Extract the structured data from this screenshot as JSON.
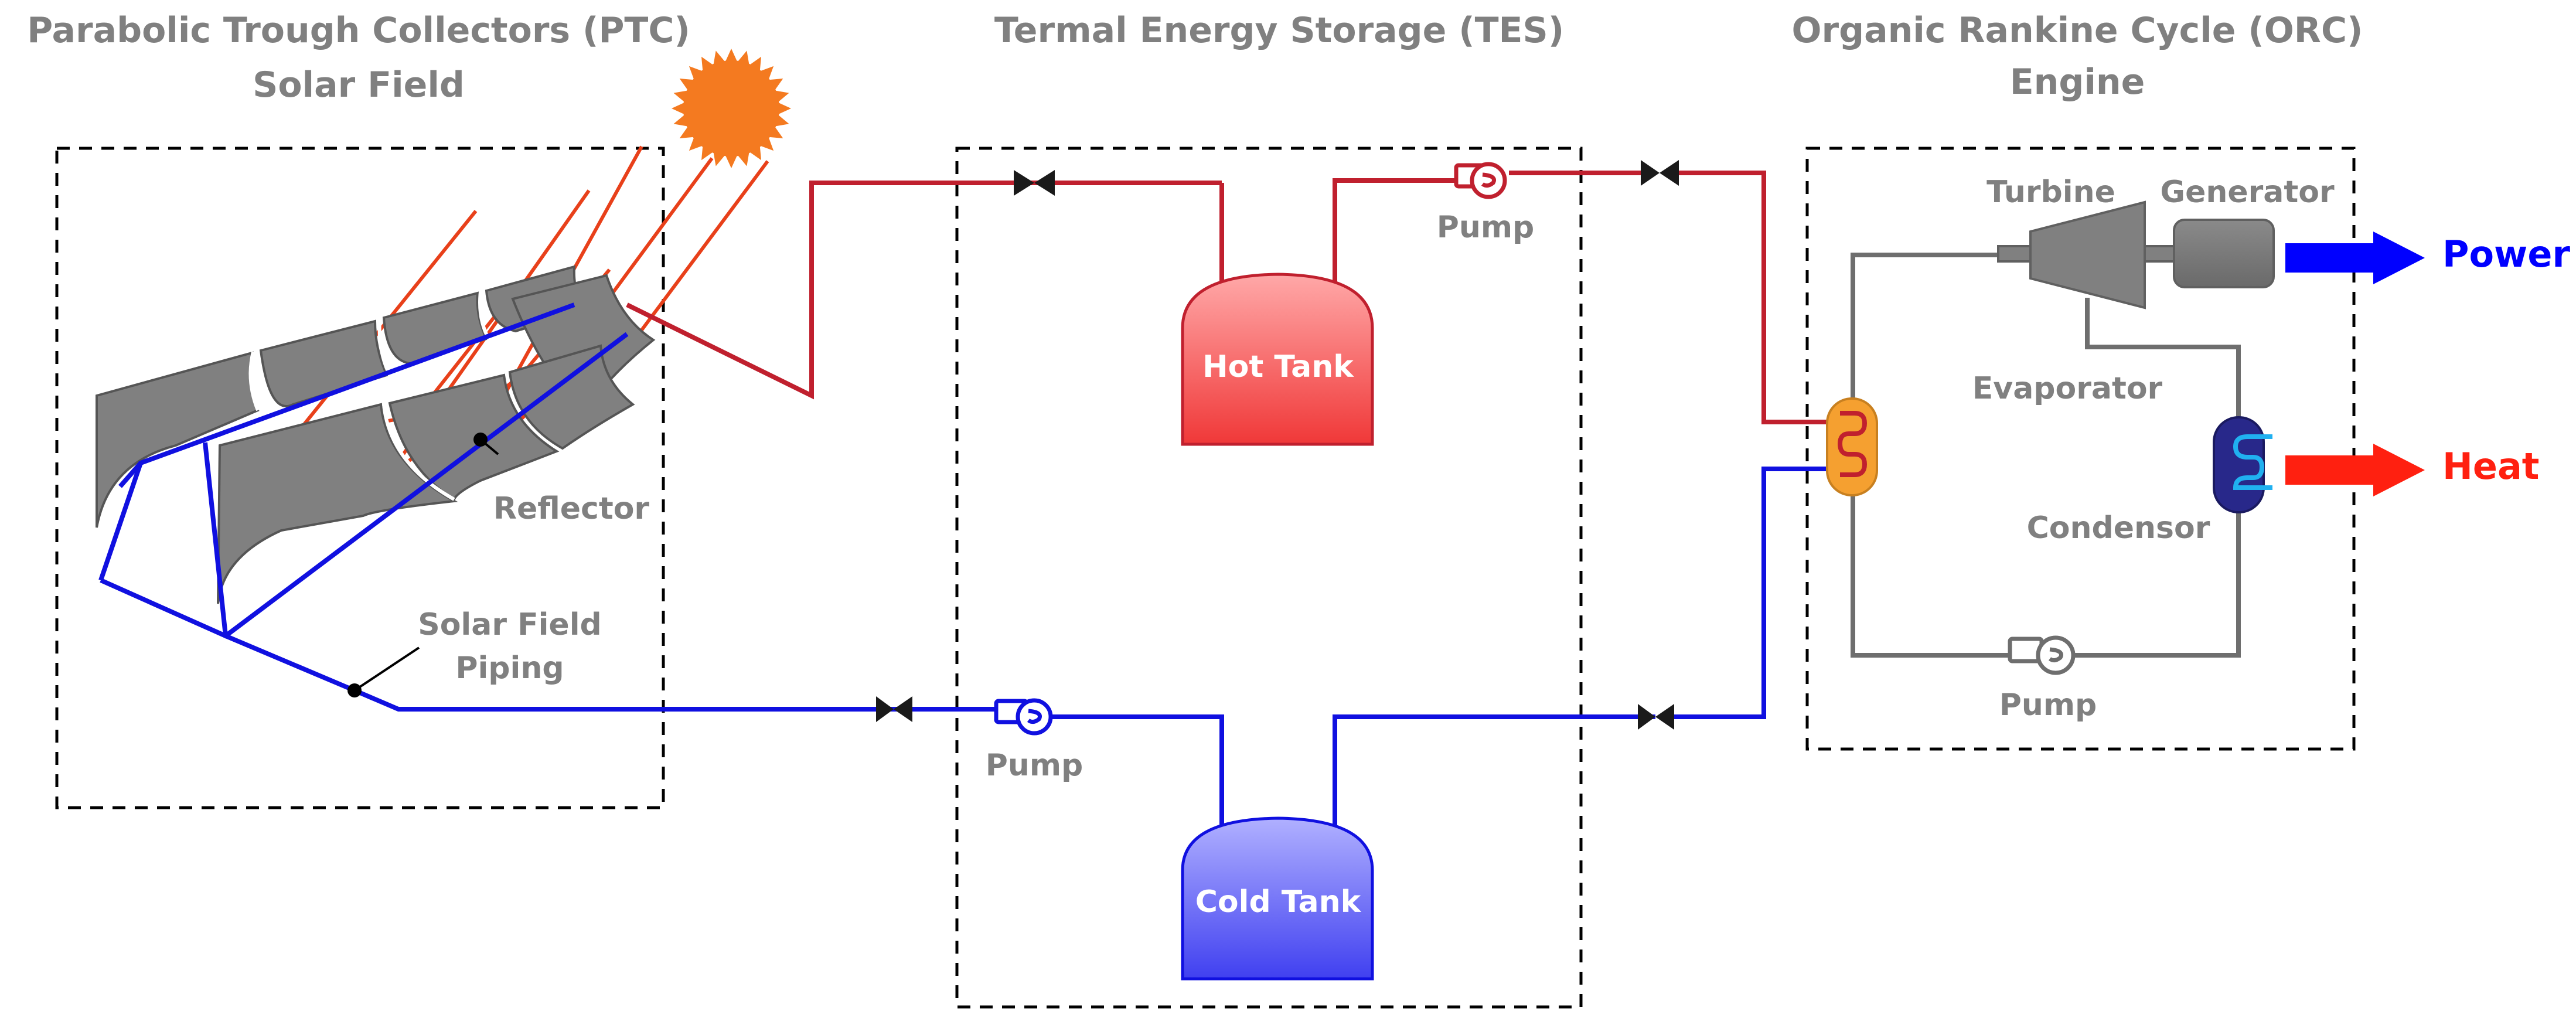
{
  "titles": {
    "ptc_line1": "Parabolic Trough Collectors (PTC)",
    "ptc_line2": "Solar Field",
    "tes": "Termal Energy Storage (TES)",
    "orc_line1": "Organic Rankine Cycle (ORC)",
    "orc_line2": "Engine"
  },
  "labels": {
    "reflector": "Reflector",
    "solar_field_line1": "Solar Field",
    "solar_field_line2": "Piping",
    "hot_tank": "Hot Tank",
    "cold_tank": "Cold Tank",
    "pump_hot": "Pump",
    "pump_cold": "Pump",
    "pump_orc": "Pump",
    "turbine": "Turbine",
    "generator": "Generator",
    "evaporator": "Evaporator",
    "condensor": "Condensor",
    "power": "Power",
    "heat": "Heat"
  },
  "colors": {
    "hot_line": "#c0202e",
    "cold_line": "#1010e0",
    "orc_line": "#6e6e6e",
    "collector": "#808080",
    "sun": "#f47a20",
    "sun_ray": "#e8401a",
    "hot_tank_top": "#ffa8a8",
    "hot_tank_bottom": "#f03838",
    "cold_tank_top": "#b0b0ff",
    "cold_tank_bottom": "#4040f0",
    "evaporator": "#f5a030",
    "condensor": "#28288a",
    "power_arrow": "#0000ff",
    "heat_arrow": "#ff2010",
    "text_gray": "#808080"
  },
  "icons": [
    "sun-icon",
    "valve-icon",
    "pump-icon",
    "turbine-icon",
    "generator-icon",
    "heat-exchanger-icon",
    "arrow-right-icon"
  ]
}
